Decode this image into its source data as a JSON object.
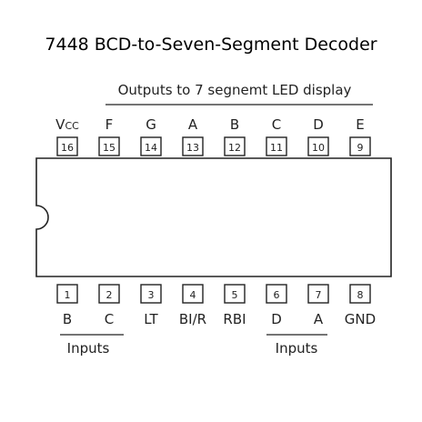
{
  "title": "7448 BCD-to-Seven-Segment Decoder",
  "outputs_caption": "Outputs to 7 segnemt LED display",
  "inputs_caption_left": "Inputs",
  "inputs_caption_right": "Inputs",
  "top_pins": [
    {
      "number": "16",
      "label": "V",
      "label_sub": "CC"
    },
    {
      "number": "15",
      "label": "F"
    },
    {
      "number": "14",
      "label": "G"
    },
    {
      "number": "13",
      "label": "A"
    },
    {
      "number": "12",
      "label": "B"
    },
    {
      "number": "11",
      "label": "C"
    },
    {
      "number": "10",
      "label": "D"
    },
    {
      "number": "9",
      "label": "E"
    }
  ],
  "bottom_pins": [
    {
      "number": "1",
      "label": "B"
    },
    {
      "number": "2",
      "label": "C"
    },
    {
      "number": "3",
      "label": "LT"
    },
    {
      "number": "4",
      "label": "BI/R"
    },
    {
      "number": "5",
      "label": "RBI"
    },
    {
      "number": "6",
      "label": "D"
    },
    {
      "number": "7",
      "label": "A"
    },
    {
      "number": "8",
      "label": "GND"
    }
  ]
}
